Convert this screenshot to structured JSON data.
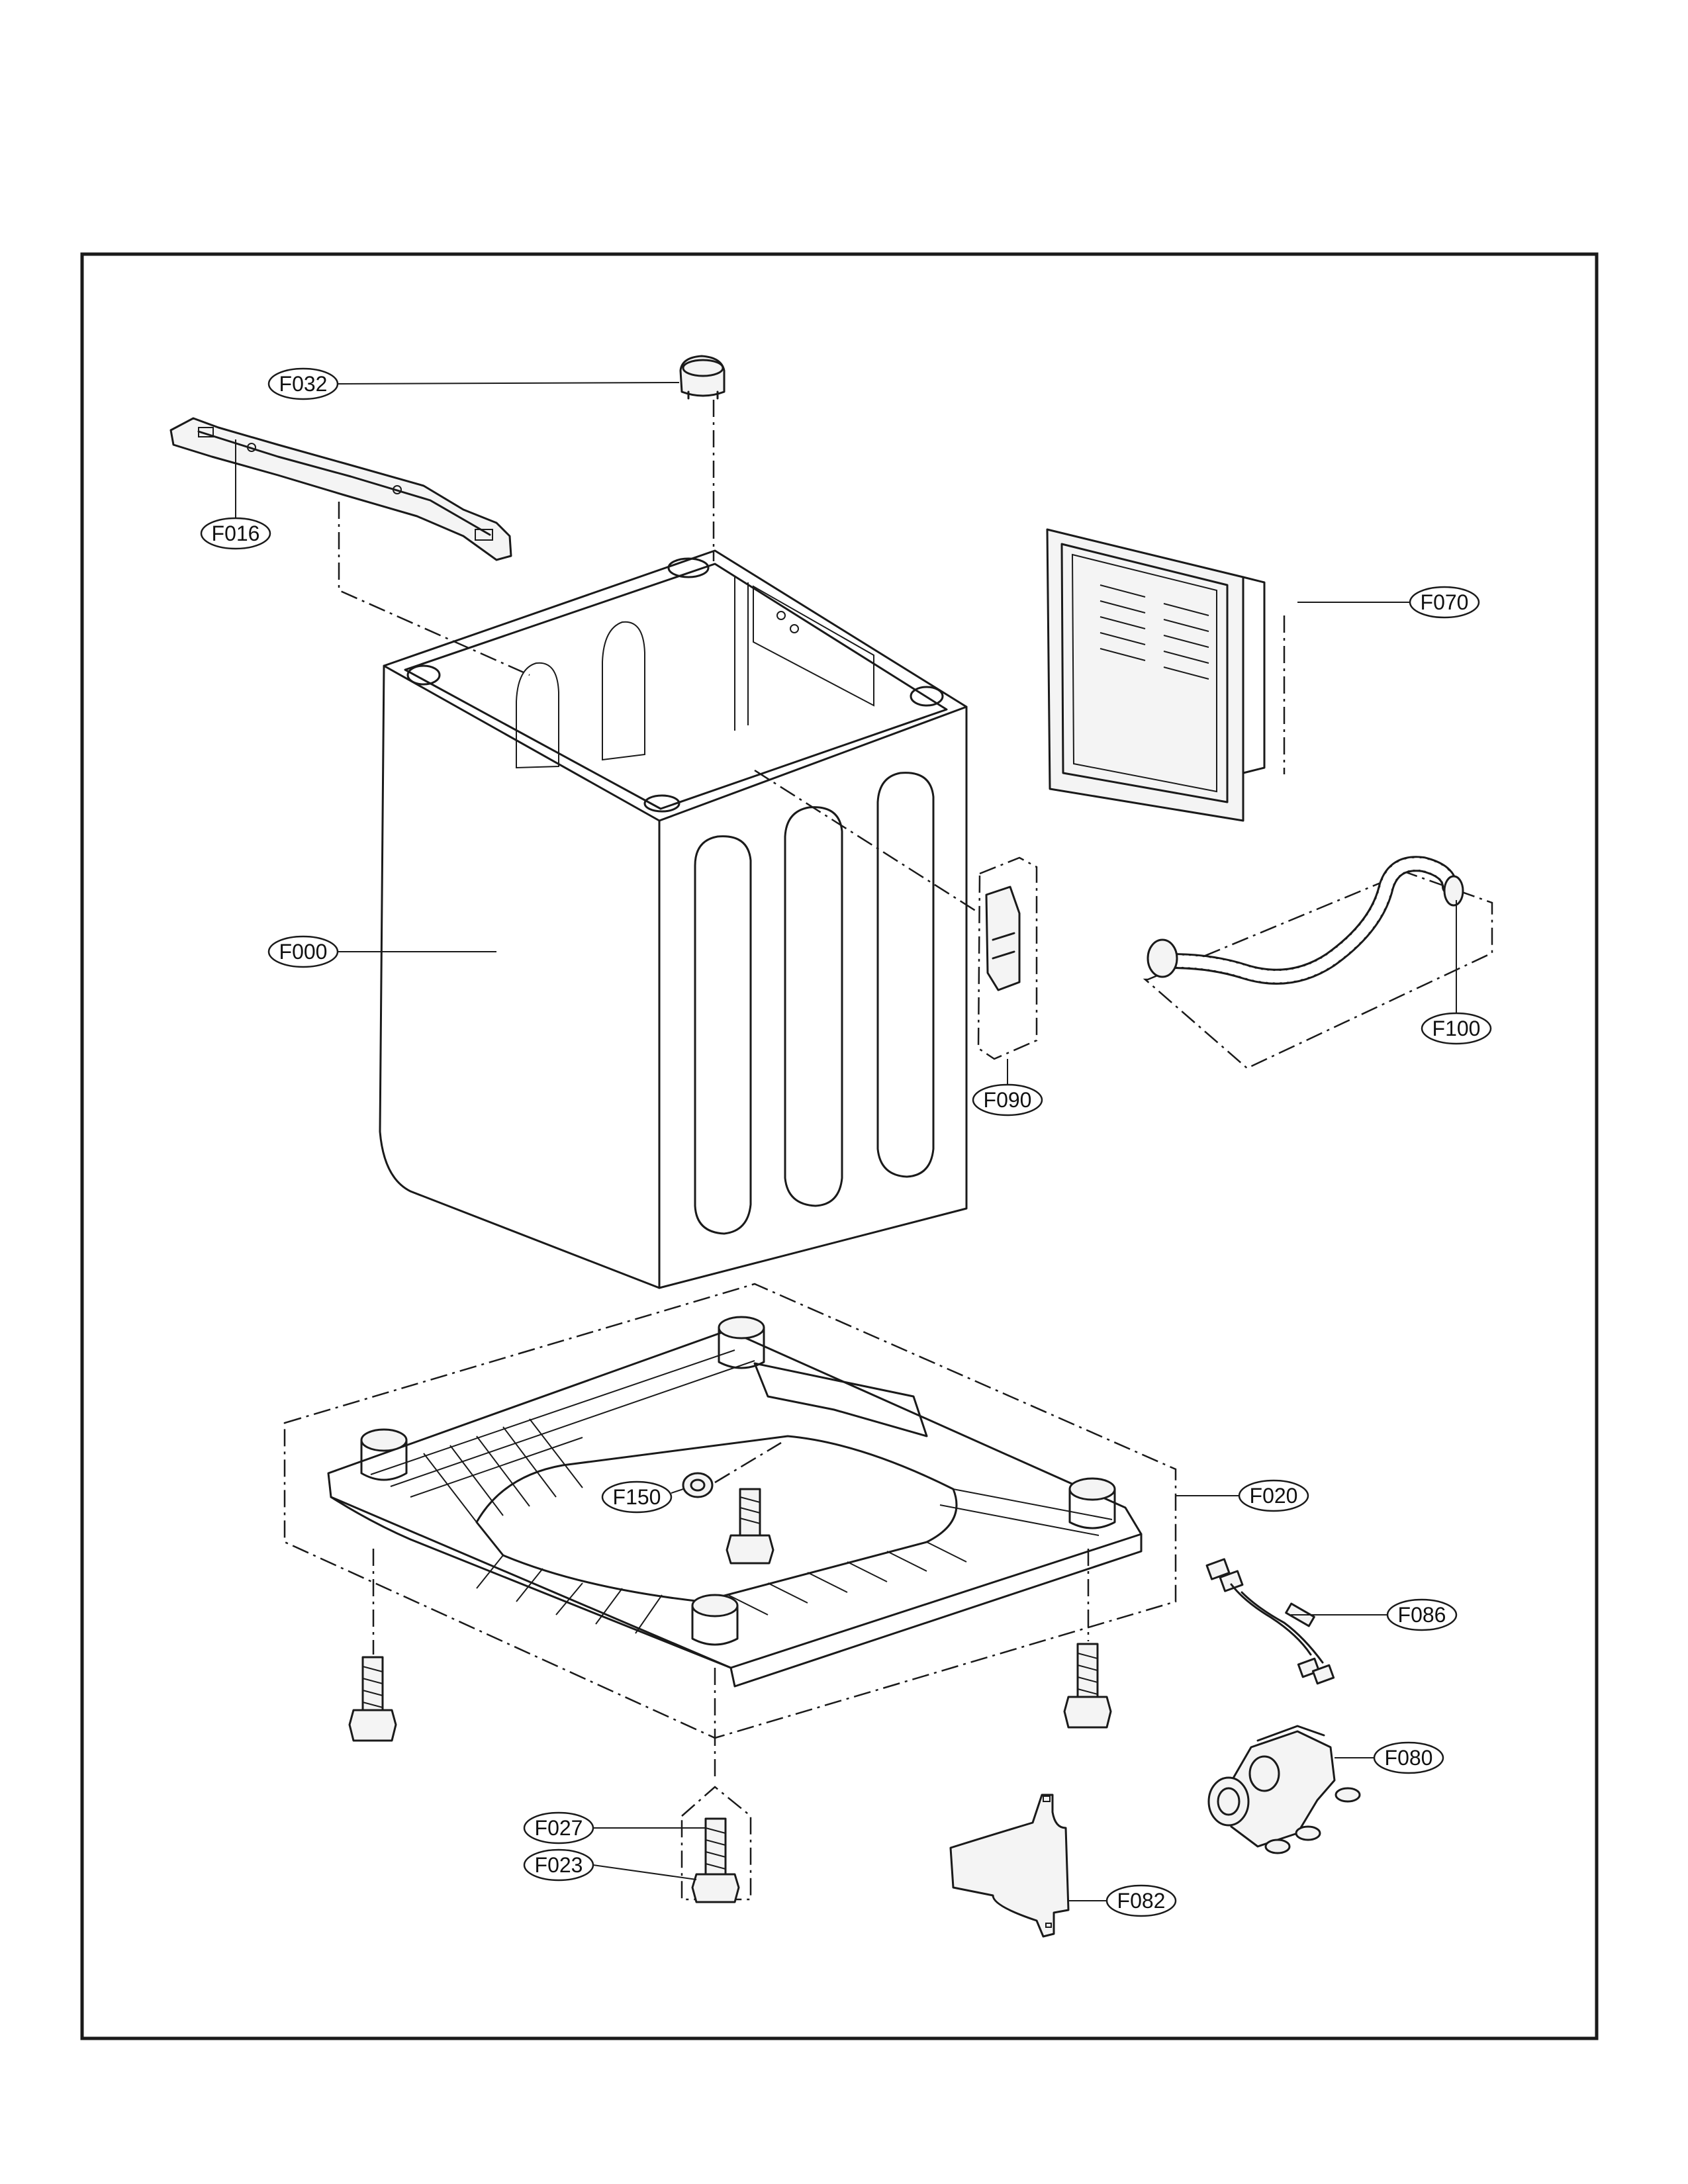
{
  "diagram": {
    "callouts": [
      {
        "id": "F032",
        "label": "F032"
      },
      {
        "id": "F016",
        "label": "F016"
      },
      {
        "id": "F070",
        "label": "F070"
      },
      {
        "id": "F000",
        "label": "F000"
      },
      {
        "id": "F090",
        "label": "F090"
      },
      {
        "id": "F100",
        "label": "F100"
      },
      {
        "id": "F020",
        "label": "F020"
      },
      {
        "id": "F150",
        "label": "F150"
      },
      {
        "id": "F086",
        "label": "F086"
      },
      {
        "id": "F080",
        "label": "F080"
      },
      {
        "id": "F027",
        "label": "F027"
      },
      {
        "id": "F023",
        "label": "F023"
      },
      {
        "id": "F082",
        "label": "F082"
      }
    ]
  }
}
